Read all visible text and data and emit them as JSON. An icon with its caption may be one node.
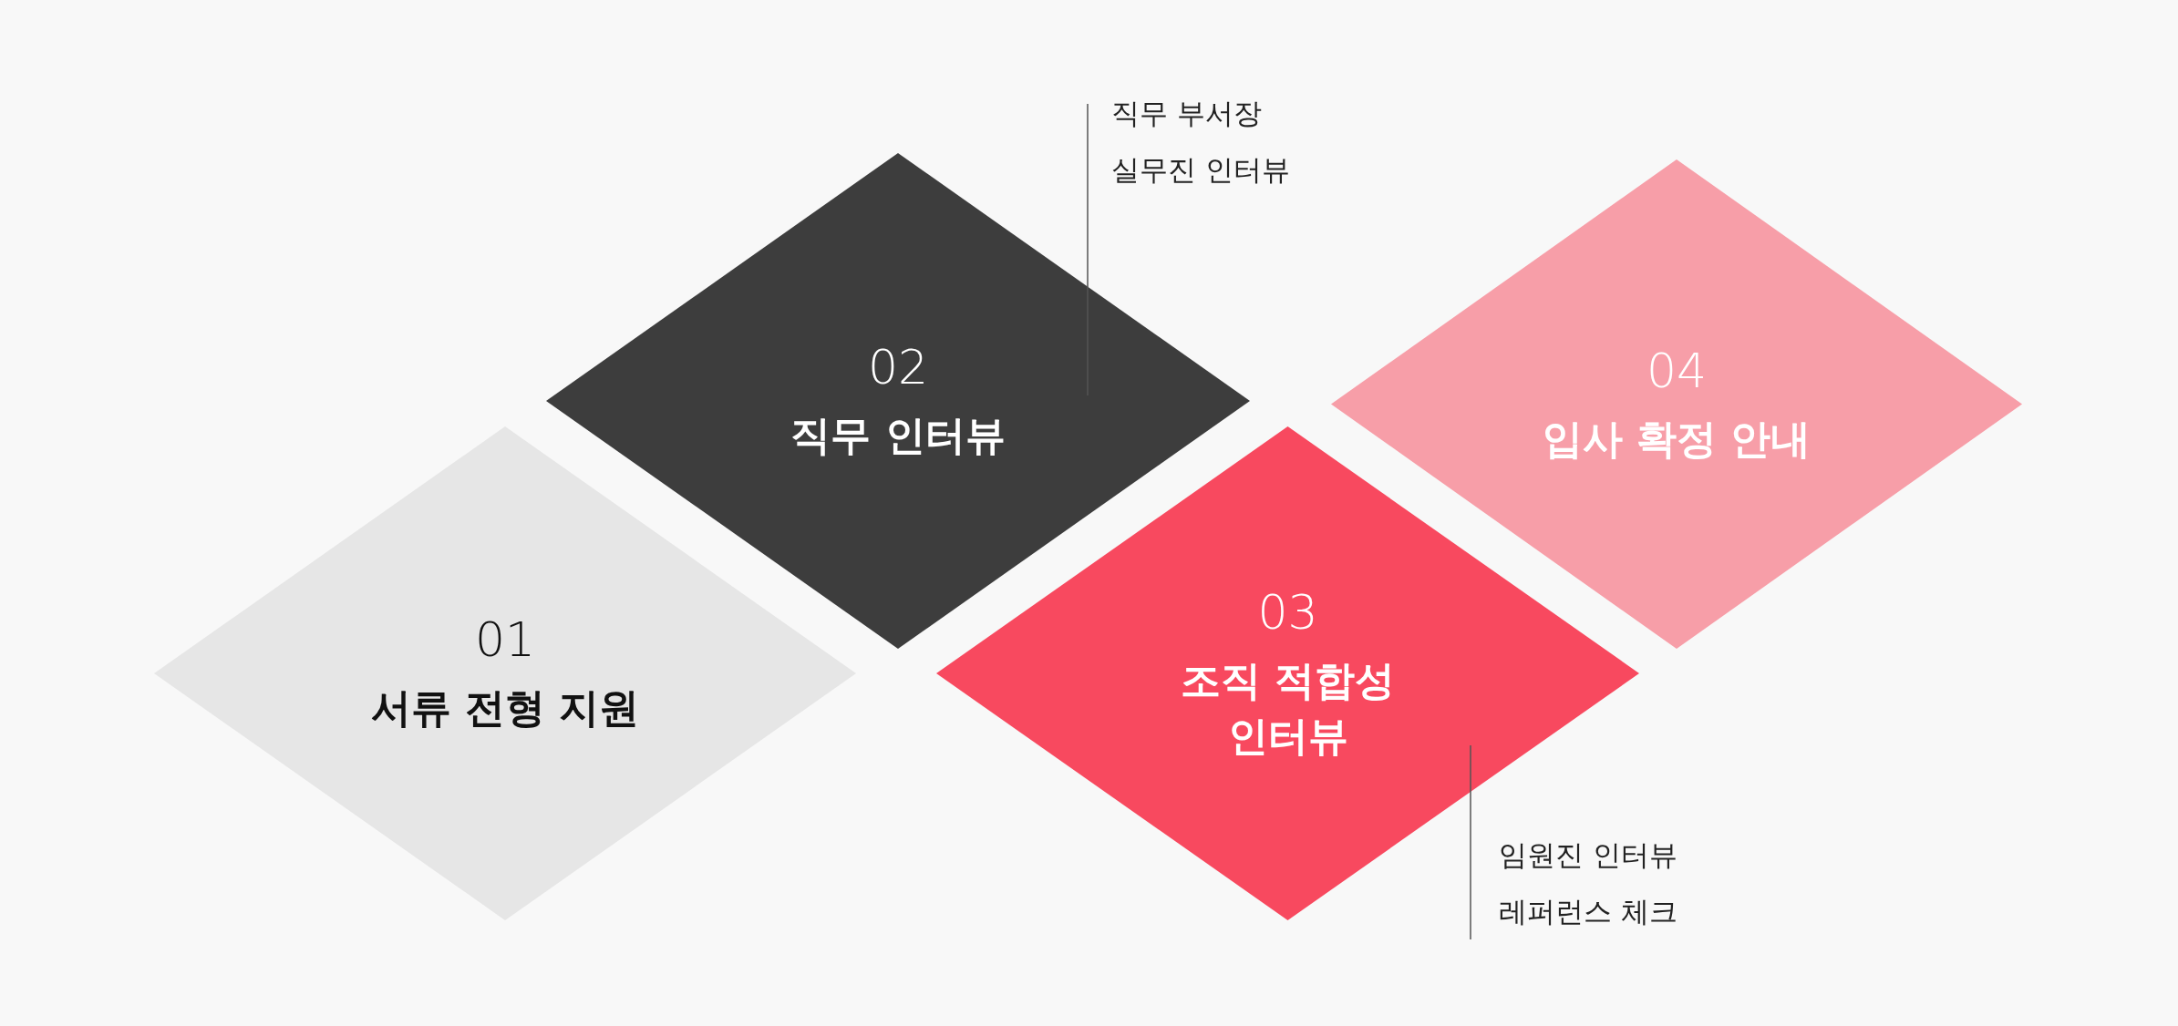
{
  "diagram": {
    "nodes": [
      {
        "text": [
          "01",
          "서류 전형 지원"
        ]
      },
      {
        "text": [
          "02",
          "직무 인터뷰"
        ],
        "beside": [
          "직무 부서장",
          "실무진 인터뷰"
        ]
      },
      {
        "text": [
          "03",
          "조직 적합성 인터뷰"
        ],
        "beside": [
          "임원진 인터뷰",
          "레퍼런스 체크"
        ]
      },
      {
        "text": [
          "04",
          "입사 확정 안내"
        ]
      }
    ]
  }
}
